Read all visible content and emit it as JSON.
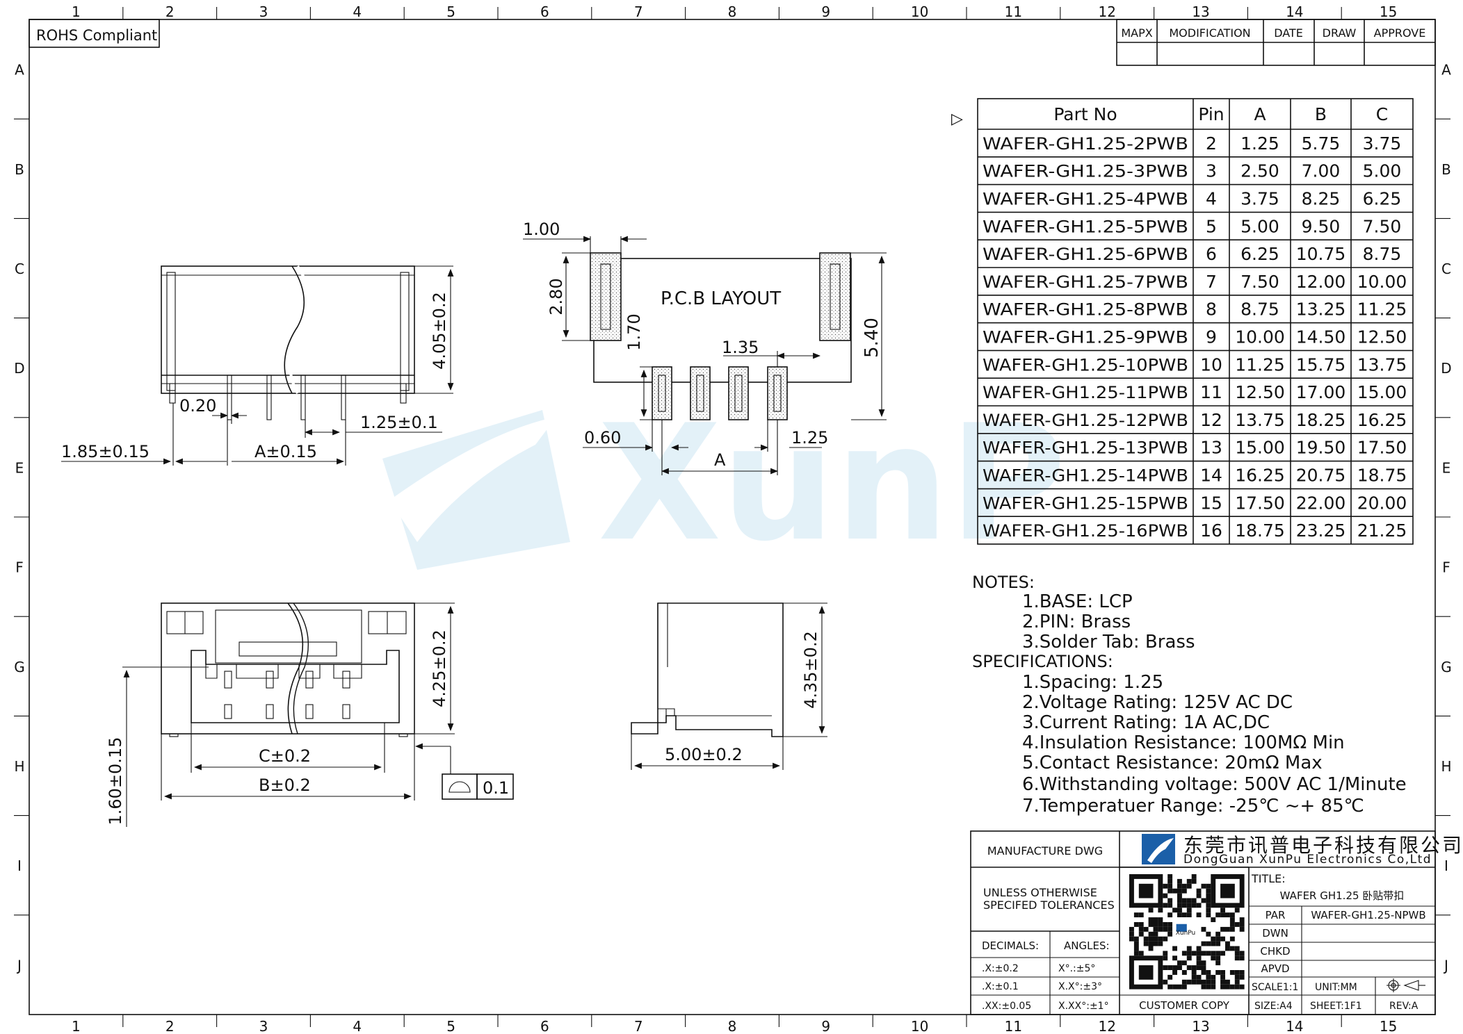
{
  "frame": {
    "columns": [
      "1",
      "2",
      "3",
      "4",
      "5",
      "6",
      "7",
      "8",
      "9",
      "10",
      "11",
      "12",
      "13",
      "14",
      "15"
    ],
    "rows": [
      "A",
      "B",
      "C",
      "D",
      "E",
      "F",
      "G",
      "H",
      "I",
      "J"
    ]
  },
  "rohs_label": "ROHS Compliant",
  "revision_block": {
    "headers": [
      "MAPX",
      "MODIFICATION",
      "DATE",
      "DRAW",
      "APPROVE"
    ]
  },
  "parts_table": {
    "marker": "▷",
    "headers": [
      "Part No",
      "Pin",
      "A",
      "B",
      "C"
    ],
    "rows": [
      [
        "WAFER-GH1.25-2PWB",
        "2",
        "1.25",
        "5.75",
        "3.75"
      ],
      [
        "WAFER-GH1.25-3PWB",
        "3",
        "2.50",
        "7.00",
        "5.00"
      ],
      [
        "WAFER-GH1.25-4PWB",
        "4",
        "3.75",
        "8.25",
        "6.25"
      ],
      [
        "WAFER-GH1.25-5PWB",
        "5",
        "5.00",
        "9.50",
        "7.50"
      ],
      [
        "WAFER-GH1.25-6PWB",
        "6",
        "6.25",
        "10.75",
        "8.75"
      ],
      [
        "WAFER-GH1.25-7PWB",
        "7",
        "7.50",
        "12.00",
        "10.00"
      ],
      [
        "WAFER-GH1.25-8PWB",
        "8",
        "8.75",
        "13.25",
        "11.25"
      ],
      [
        "WAFER-GH1.25-9PWB",
        "9",
        "10.00",
        "14.50",
        "12.50"
      ],
      [
        "WAFER-GH1.25-10PWB",
        "10",
        "11.25",
        "15.75",
        "13.75"
      ],
      [
        "WAFER-GH1.25-11PWB",
        "11",
        "12.50",
        "17.00",
        "15.00"
      ],
      [
        "WAFER-GH1.25-12PWB",
        "12",
        "13.75",
        "18.25",
        "16.25"
      ],
      [
        "WAFER-GH1.25-13PWB",
        "13",
        "15.00",
        "19.50",
        "17.50"
      ],
      [
        "WAFER-GH1.25-14PWB",
        "14",
        "16.25",
        "20.75",
        "18.75"
      ],
      [
        "WAFER-GH1.25-15PWB",
        "15",
        "17.50",
        "22.00",
        "20.00"
      ],
      [
        "WAFER-GH1.25-16PWB",
        "16",
        "18.75",
        "23.25",
        "21.25"
      ]
    ]
  },
  "notes": {
    "notes_title": "NOTES:",
    "notes_items": [
      "1.BASE: LCP",
      "2.PIN: Brass",
      "3.Solder Tab: Brass"
    ],
    "spec_title": "SPECIFICATIONS:",
    "spec_items": [
      "1.Spacing: 1.25",
      "2.Voltage Rating: 125V AC DC",
      "3.Current Rating: 1A AC,DC",
      "4.Insulation Resistance: 100MΩ Min",
      "5.Contact Resistance: 20mΩ Max",
      "6.Withstanding voltage: 500V AC 1/Minute",
      "7.Temperatuer Range: -25℃ ~+ 85℃"
    ]
  },
  "drawings": {
    "front_view": {
      "height_dim": "4.05±0.2",
      "pin_width": "0.20",
      "edge_offset": "1.85±0.15",
      "span": "A±0.15",
      "pitch": "1.25±0.1"
    },
    "pcb_layout": {
      "title": "P.C.B LAYOUT",
      "tab_width": "1.00",
      "tab_height": "2.80",
      "pad_length": "1.70",
      "pad_offset": "1.35",
      "overall_height": "5.40",
      "pad_width": "0.60",
      "pitch": "1.25",
      "span": "A"
    },
    "bottom_view": {
      "height_dim": "4.25±0.2",
      "c_dim": "C±0.2",
      "b_dim": "B±0.2",
      "side_dim": "1.60±0.15",
      "flatness": "0.1"
    },
    "side_view": {
      "height_dim": "4.35±0.2",
      "width_dim": "5.00±0.2"
    }
  },
  "watermark": "XunP",
  "title_block": {
    "manufacture_dwg": "MANUFACTURE DWG",
    "company_cn": "东莞市讯普电子科技有限公司",
    "company_en": "DongGuan XunPu Electronics Co,Ltd",
    "unless_1": "UNLESS OTHERWISE",
    "unless_2": "SPECIFED TOLERANCES",
    "title_label": "TITLE:",
    "title_value": "WAFER GH1.25 卧贴带扣",
    "par_label": "PAR",
    "par_value": "WAFER-GH1.25-NPWB",
    "dwn": "DWN",
    "chkd": "CHKD",
    "apvd": "APVD",
    "decimals": "DECIMALS:",
    "angles": "ANGLES:",
    "tol_rows": [
      [
        ".X:±0.2",
        "X°.:±5°"
      ],
      [
        ".X:±0.1",
        "X.X°:±3°"
      ],
      [
        ".XX:±0.05",
        "X.XX°:±1°"
      ]
    ],
    "customer_copy": "CUSTOMER COPY",
    "scale": "SCALE1:1",
    "unit": "UNIT:MM",
    "size": "SIZE:A4",
    "sheet": "SHEET:1F1",
    "rev": "REV:A",
    "qr_brand": "XunPu"
  },
  "colors": {
    "ink": "#111111",
    "logo_blue": "#1b5fa8",
    "watermark": "#d7ecf7"
  }
}
